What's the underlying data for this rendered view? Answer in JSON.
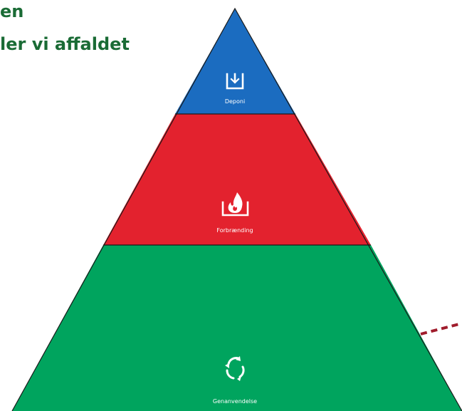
{
  "heading": {
    "line1": "en",
    "line2": "ler vi affaldet",
    "color": "#1a6b35"
  },
  "pyramid": {
    "tiers": [
      {
        "label": "Deponi",
        "icon": "deposit-box-icon",
        "color": "#1b6cc0"
      },
      {
        "label": "Forbrænding",
        "icon": "flame-icon",
        "color": "#e3222e"
      },
      {
        "label": "Genanvendelse",
        "icon": "recycle-icon",
        "color": "#00a45e"
      }
    ],
    "outline_color": "#1a1a1a"
  },
  "connector": {
    "color": "#a01c2c",
    "style": "dashed"
  }
}
